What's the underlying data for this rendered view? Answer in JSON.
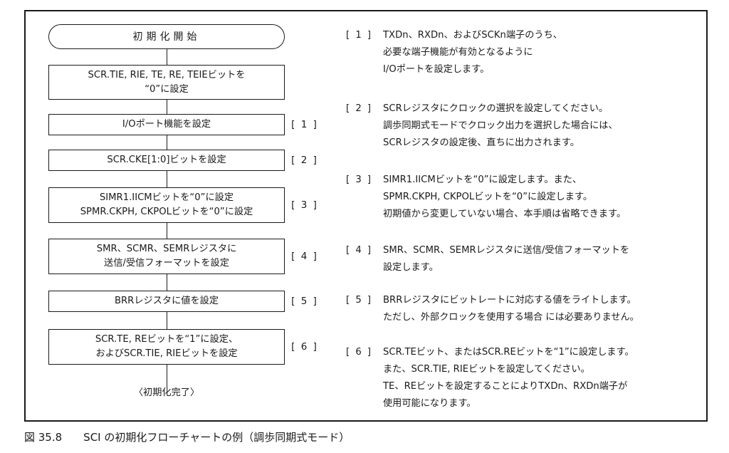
{
  "flowchart": {
    "start": "初期化開始",
    "steps": [
      {
        "text": "SCR.TIE, RIE, TE, RE, TEIEビットを\n“0”に設定",
        "ref": ""
      },
      {
        "text": "I/Oポート機能を設定",
        "ref": "[ 1 ]"
      },
      {
        "text": "SCR.CKE[1:0]ビットを設定",
        "ref": "[ 2 ]"
      },
      {
        "text": "SIMR1.IICMビットを“0”に設定\nSPMR.CKPH, CKPOLビットを“0”に設定",
        "ref": "[ 3 ]"
      },
      {
        "text": "SMR、SCMR、SEMRレジスタに\n送信/受信フォーマットを設定",
        "ref": "[ 4 ]"
      },
      {
        "text": "BRRレジスタに値を設定",
        "ref": "[ 5 ]"
      },
      {
        "text": "SCR.TE, REビットを“1”に設定、\nおよびSCR.TIE, RIEビットを設定",
        "ref": "[ 6 ]"
      }
    ],
    "end": "〈初期化完了〉"
  },
  "notes": [
    {
      "tag": "[ 1 ]",
      "lines": "TXDn、RXDn、およびSCKn端子のうち、\n必要な端子機能が有効となるように\nI/Oポートを設定します。"
    },
    {
      "tag": "[ 2 ]",
      "lines": "SCRレジスタにクロックの選択を設定してください。\n調歩同期式モードでクロック出力を選択した場合には、\nSCRレジスタの設定後、直ちに出力されます。"
    },
    {
      "tag": "[ 3 ]",
      "lines": "SIMR1.IICMビットを“0”に設定します。また、\nSPMR.CKPH, CKPOLビットを“0”に設定します。\n初期値から変更していない場合、本手順は省略できます。"
    },
    {
      "tag": "[ 4 ]",
      "lines": "SMR、SCMR、SEMRレジスタに送信/受信フォーマットを\n設定します。"
    },
    {
      "tag": "[ 5 ]",
      "lines": "BRRレジスタにビットレートに対応する値をライトします。\nただし、外部クロックを使用する場合 には必要ありません。"
    },
    {
      "tag": "[ 6 ]",
      "lines": "SCR.TEビット、またはSCR.REビットを“1”に設定します。\nまた、SCR.TIE, RIEビットを設定してください。\nTE、REビットを設定することによりTXDn、RXDn端子が\n使用可能になります。"
    }
  ],
  "caption": "図 35.8　　SCI の初期化フローチャートの例（調歩同期式モード）"
}
